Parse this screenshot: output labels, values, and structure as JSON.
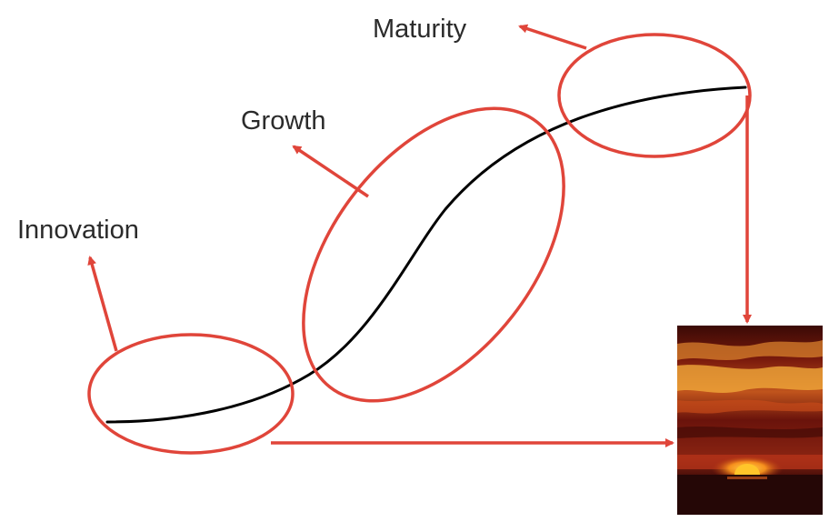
{
  "labels": {
    "innovation": "Innovation",
    "growth": "Growth",
    "maturity": "Maturity"
  },
  "colors": {
    "curve": "#000000",
    "annotation": "#e0453a",
    "text": "#2b2b2b",
    "sky_dark": "#2a0707",
    "sky_mid": "#8a1c10",
    "cloud_glow": "#e89a34",
    "sun": "#ffb21e"
  },
  "icons": {
    "sunset": "sunset-image"
  }
}
